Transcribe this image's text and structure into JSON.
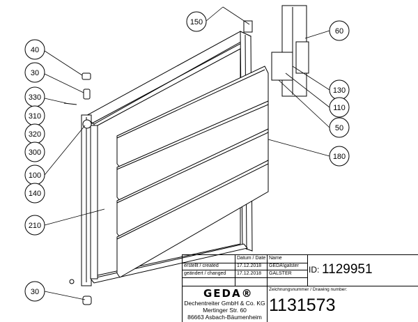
{
  "callouts": [
    "150",
    "60",
    "40",
    "30",
    "330",
    "310",
    "320",
    "300",
    "100",
    "140",
    "210",
    "30",
    "130",
    "110",
    "50",
    "180"
  ],
  "title_block": {
    "header_date": "Datum / Date",
    "header_name": "Name",
    "created_label": "erstellt / created",
    "created_date": "17.12.2018",
    "created_name": "GEDA\\galster",
    "changed_label": "geändert / changed",
    "changed_date": "17.12.2018",
    "changed_name": "GALSTER",
    "id_label": "ID:",
    "id_value": "1129951",
    "logo": "GEDA®",
    "company": "Dechentreiter GmbH & Co. KG",
    "street": "Mertinger Str. 60",
    "city": "86663 Asbach-Bäumenheim",
    "drawing_number_label": "Zeichnungsnummer / Drawing number:",
    "drawing_number": "1131573"
  }
}
